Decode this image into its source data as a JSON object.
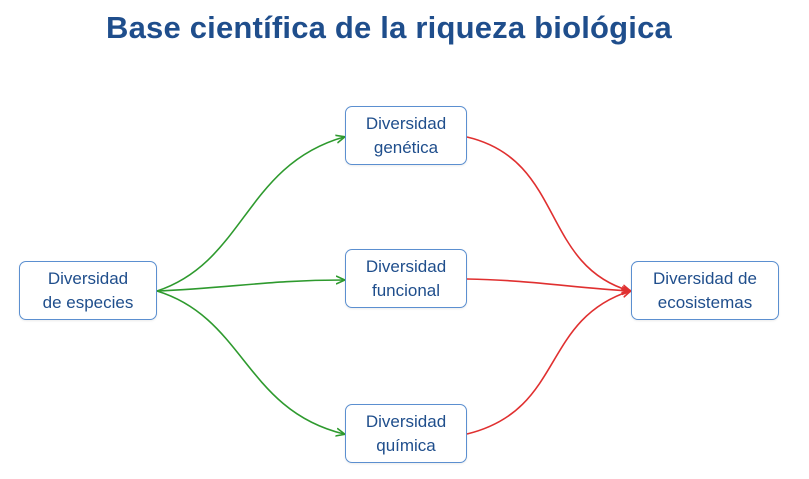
{
  "title": "Base científica de la riqueza biológica",
  "colors": {
    "title": "#1f4e8c",
    "node_border": "#5b8fd0",
    "green_arrow": "#2e9a2e",
    "red_arrow": "#e03030"
  },
  "nodes": {
    "especies": {
      "line1": "Diversidad",
      "line2": "de especies"
    },
    "genetica": {
      "line1": "Diversidad",
      "line2": "genética"
    },
    "funcional": {
      "line1": "Diversidad",
      "line2": "funcional"
    },
    "quimica": {
      "line1": "Diversidad",
      "line2": "química"
    },
    "ecosistemas": {
      "line1": "Diversidad de",
      "line2": "ecosistemas"
    }
  }
}
